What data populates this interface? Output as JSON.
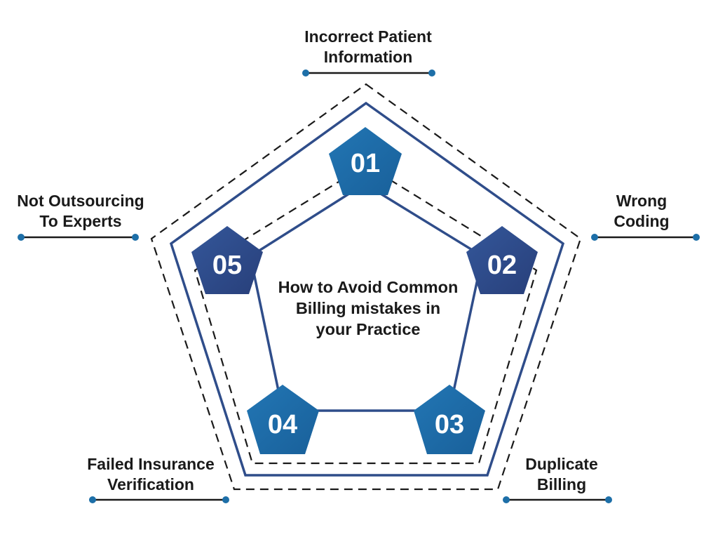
{
  "center_title": {
    "line1": "How to Avoid Common",
    "line2": "Billing mistakes in",
    "line3": "your Practice"
  },
  "steps": [
    {
      "number": "01",
      "label_line1": "Incorrect Patient",
      "label_line2": "Information"
    },
    {
      "number": "02",
      "label_line1": "Wrong",
      "label_line2": "Coding"
    },
    {
      "number": "03",
      "label_line1": "Duplicate",
      "label_line2": "Billing"
    },
    {
      "number": "04",
      "label_line1": "Failed Insurance",
      "label_line2": "Verification"
    },
    {
      "number": "05",
      "label_line1": "Not Outsourcing",
      "label_line2": "To Experts"
    }
  ],
  "colors": {
    "badge_light": "#1c6aa6",
    "badge_dark": "#2e4f8c",
    "frame_line": "#2f4d8a",
    "dashed_line": "#1a1a1a",
    "connector_dot": "#1d6fa8"
  }
}
